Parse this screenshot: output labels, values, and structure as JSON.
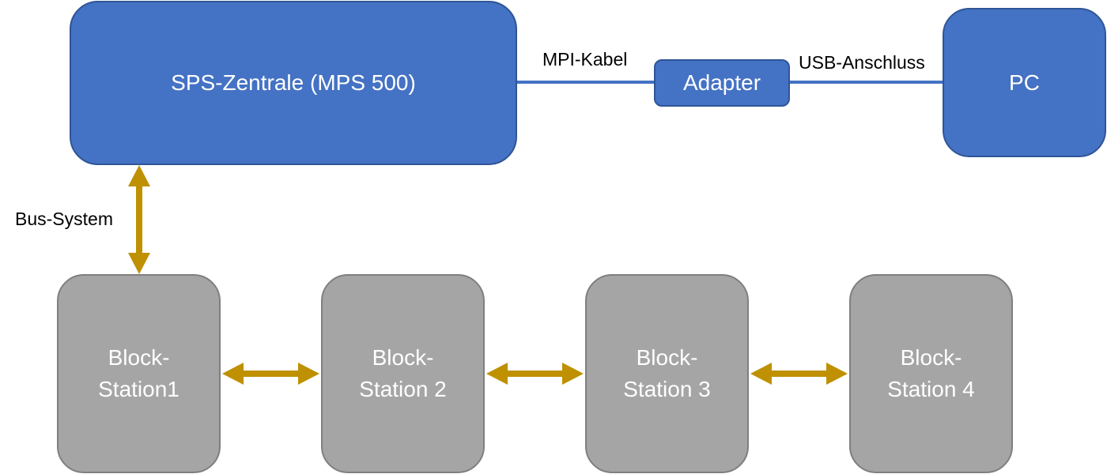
{
  "nodes": {
    "sps": "SPS-Zentrale (MPS 500)",
    "adapter": "Adapter",
    "pc": "PC",
    "station1": "Block-\nStation1",
    "station2": "Block-\nStation 2",
    "station3": "Block-\nStation 3",
    "station4": "Block-\nStation 4"
  },
  "connections": {
    "mpi_label": "MPI-Kabel",
    "usb_label": "USB-Anschluss",
    "bus_label": "Bus-System"
  },
  "colors": {
    "box_blue": "#4472c4",
    "box_gray": "#a5a5a5",
    "cable_blue": "#4472c4",
    "bus_arrow": "#bf9000"
  }
}
